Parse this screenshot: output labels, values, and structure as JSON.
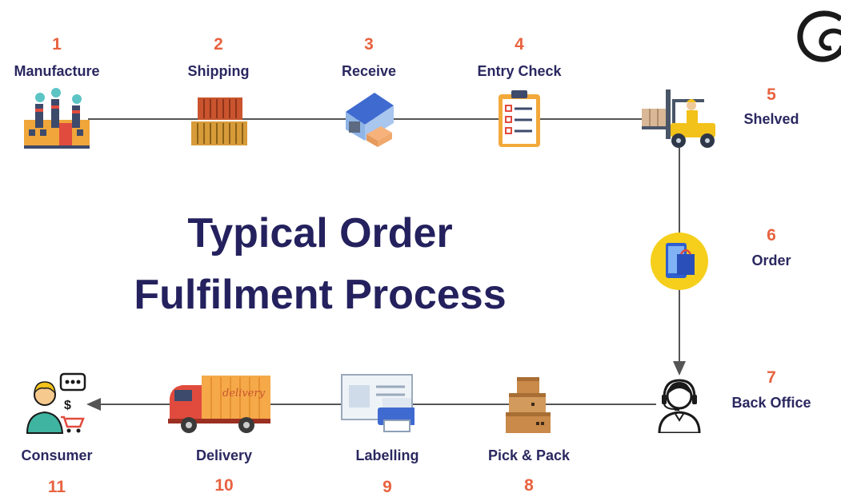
{
  "title": {
    "line1": "Typical Order",
    "line2": "Fulfilment Process"
  },
  "steps": [
    {
      "num": "1",
      "label": "Manufacture",
      "icon": "factory-icon"
    },
    {
      "num": "2",
      "label": "Shipping",
      "icon": "shipping-container-icon"
    },
    {
      "num": "3",
      "label": "Receive",
      "icon": "warehouse-icon"
    },
    {
      "num": "4",
      "label": "Entry Check",
      "icon": "clipboard-checklist-icon"
    },
    {
      "num": "5",
      "label": "Shelved",
      "icon": "forklift-icon"
    },
    {
      "num": "6",
      "label": "Order",
      "icon": "mobile-shopping-icon"
    },
    {
      "num": "7",
      "label": "Back Office",
      "icon": "headset-operator-icon"
    },
    {
      "num": "8",
      "label": "Pick & Pack",
      "icon": "stacked-boxes-icon"
    },
    {
      "num": "9",
      "label": "Labelling",
      "icon": "label-printer-icon"
    },
    {
      "num": "10",
      "label": "Delivery",
      "icon": "delivery-truck-icon",
      "truck_text": "delivery"
    },
    {
      "num": "11",
      "label": "Consumer",
      "icon": "consumer-chat-icon"
    }
  ],
  "colors": {
    "number": "#e8623f",
    "label": "#2a2860",
    "title": "#24215e",
    "line": "#555555"
  }
}
